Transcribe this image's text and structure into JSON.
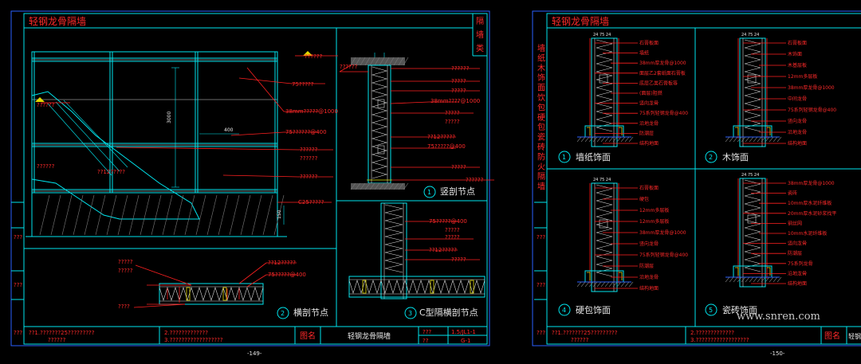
{
  "left_sheet": {
    "title": "轻钢龙骨隔墙",
    "side_tab": "隔墙类",
    "annotations_elevation": [
      "??????",
      "75?????",
      "38mm?????@1000",
      "75??????@400",
      "??????",
      "??????",
      "??????",
      "??12?????",
      "C25?????",
      "??????",
      "??????"
    ],
    "dim_vertical": "3000",
    "dim_horizontal": "400",
    "annotations_vertical_section": [
      "??????",
      "??????",
      "?????",
      "?????",
      "38mm????@1000",
      "?????",
      "?????",
      "??12?????",
      "75?????@400",
      "?????",
      "??????"
    ],
    "annotations_horizontal": [
      "?????",
      "?????",
      "??12?????",
      "75?????@400",
      "????"
    ],
    "annotations_c_section": [
      "75?????@400",
      "?????",
      "?????",
      "??12?????",
      "?????"
    ],
    "detail_labels": [
      {
        "num": "1",
        "text": "竖剖节点"
      },
      {
        "num": "2",
        "text": "横剖节点"
      },
      {
        "num": "3",
        "text": "C型隔横剖节点"
      }
    ],
    "title_block": {
      "note_1": "??1.???????25?????????",
      "note_1b": "??????",
      "note_2": "2.?????????????",
      "note_3": "3.??????????????????",
      "drawing_name_label": "图名",
      "drawing_name": "轻钢龙骨隔墙",
      "code_label": "???",
      "code_label_2": "??",
      "code": "1.5/JL1-1",
      "sheet": "G-1"
    },
    "page_number": "-149-"
  },
  "right_sheet": {
    "title": "轻钢龙骨隔墙",
    "side_tab": "墙纸木饰面饮包硬包瓷砖防火隔墙",
    "details": [
      {
        "num": "1",
        "text": "墙纸饰面",
        "annotations": [
          "石膏板面",
          "墙纸",
          "38mm厚龙骨@1000",
          "面层乙2套纸面石膏板",
          "底层乙类石膏板等",
          "(面层)阻燃",
          "竖向龙骨",
          "75系列轻钢龙骨@400",
          "沿地龙骨",
          "防潮层",
          "结构地面"
        ]
      },
      {
        "num": "2",
        "text": "木饰面",
        "annotations": [
          "石膏板面",
          "木饰面",
          "木基层板",
          "12mm多层板",
          "38mm厚龙骨@1000",
          "中间龙骨",
          "75系列轻钢龙骨@400",
          "竖向龙骨",
          "沿地龙骨",
          "结构地面"
        ]
      },
      {
        "num": "4",
        "text": "硬包饰面",
        "annotations": [
          "石膏板面",
          "硬包",
          "12mm多层板",
          "12mm多层板",
          "38mm厚龙骨@1000",
          "竖向龙骨",
          "75系列轻钢龙骨@400",
          "防潮层",
          "沿地龙骨",
          "结构地面"
        ]
      },
      {
        "num": "5",
        "text": "瓷砖饰面",
        "annotations": [
          "38mm厚龙骨@1000",
          "瓷砖",
          "10mm厚水泥纤维板",
          "20mm厚水泥砂浆找平",
          "钢丝网",
          "10mm水泥纤维板",
          "竖向龙骨",
          "防潮层",
          "75系列龙骨",
          "沿地龙骨",
          "结构地面"
        ]
      }
    ],
    "title_block": {
      "note_1": "??1.???????25?????????",
      "note_1b": "??????",
      "note_2": "2.?????????????",
      "note_3": "3.??????????????????",
      "drawing_name_label": "图名",
      "drawing_name": "轻钢龙骨隔墙"
    },
    "page_number": "-150-",
    "watermark": "www.snren.com"
  }
}
